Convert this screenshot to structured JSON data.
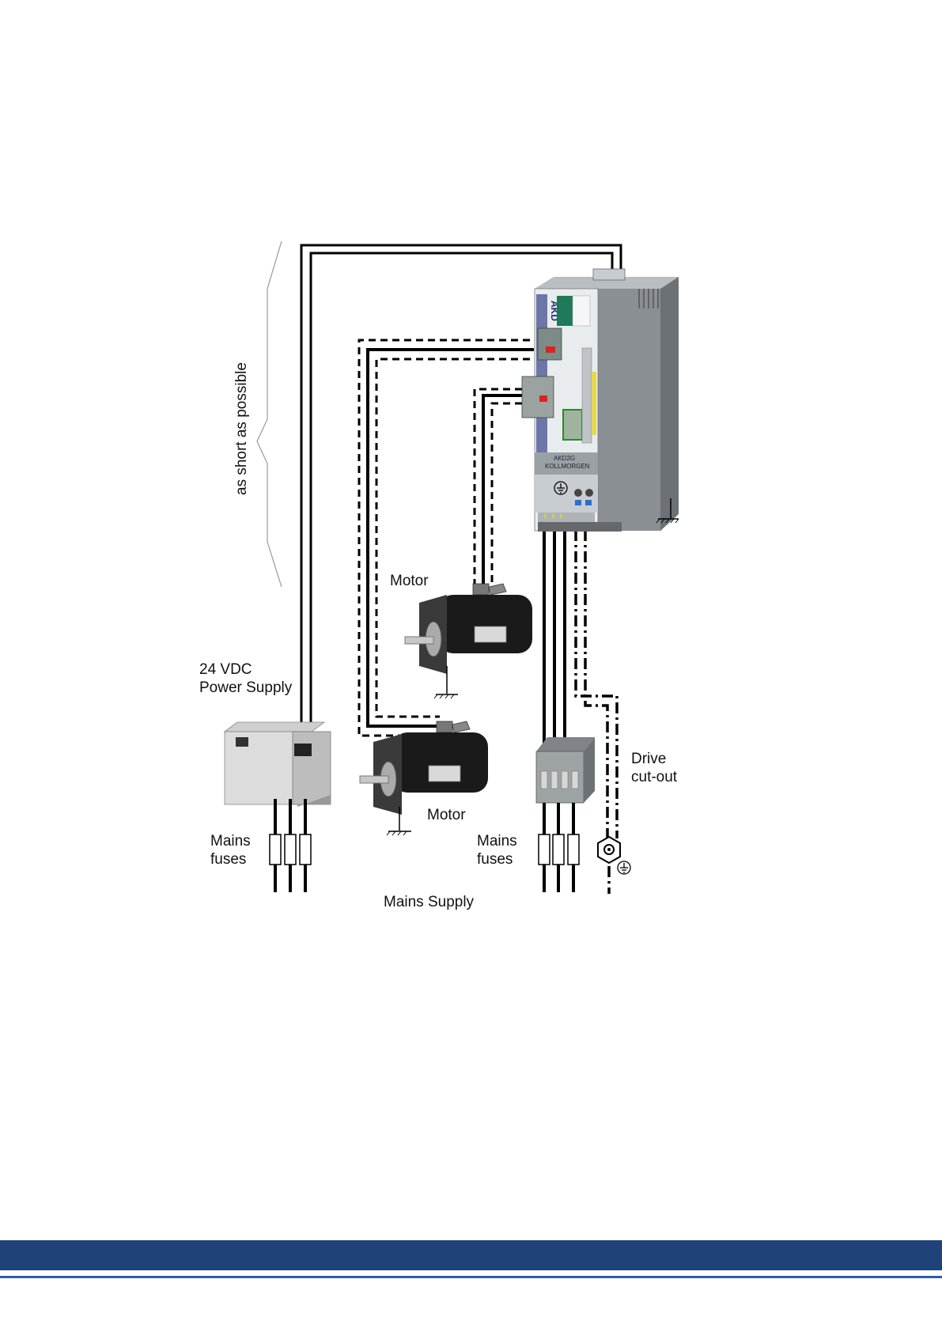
{
  "labels": {
    "short_note": "as short as possible",
    "motor_top": "Motor",
    "motor_bottom": "Motor",
    "psu_line1": "24 VDC",
    "psu_line2": "Power Supply",
    "mains_fuses_left_1": "Mains",
    "mains_fuses_left_2": "fuses",
    "mains_fuses_right_1": "Mains",
    "mains_fuses_right_2": "fuses",
    "drive_cutout_1": "Drive",
    "drive_cutout_2": "cut-out",
    "mains_supply": "Mains Supply"
  },
  "device": {
    "brand_top": "AKD",
    "model": "AKD2G",
    "maker": "KOLLMORGEN"
  },
  "colors": {
    "footer_band": "#1f4279",
    "footer_line": "#2f5da8",
    "device_body": "#8a8f93",
    "motor_body": "#1a1a1a"
  },
  "icons": [
    "ground-icon",
    "protective-earth-icon"
  ]
}
